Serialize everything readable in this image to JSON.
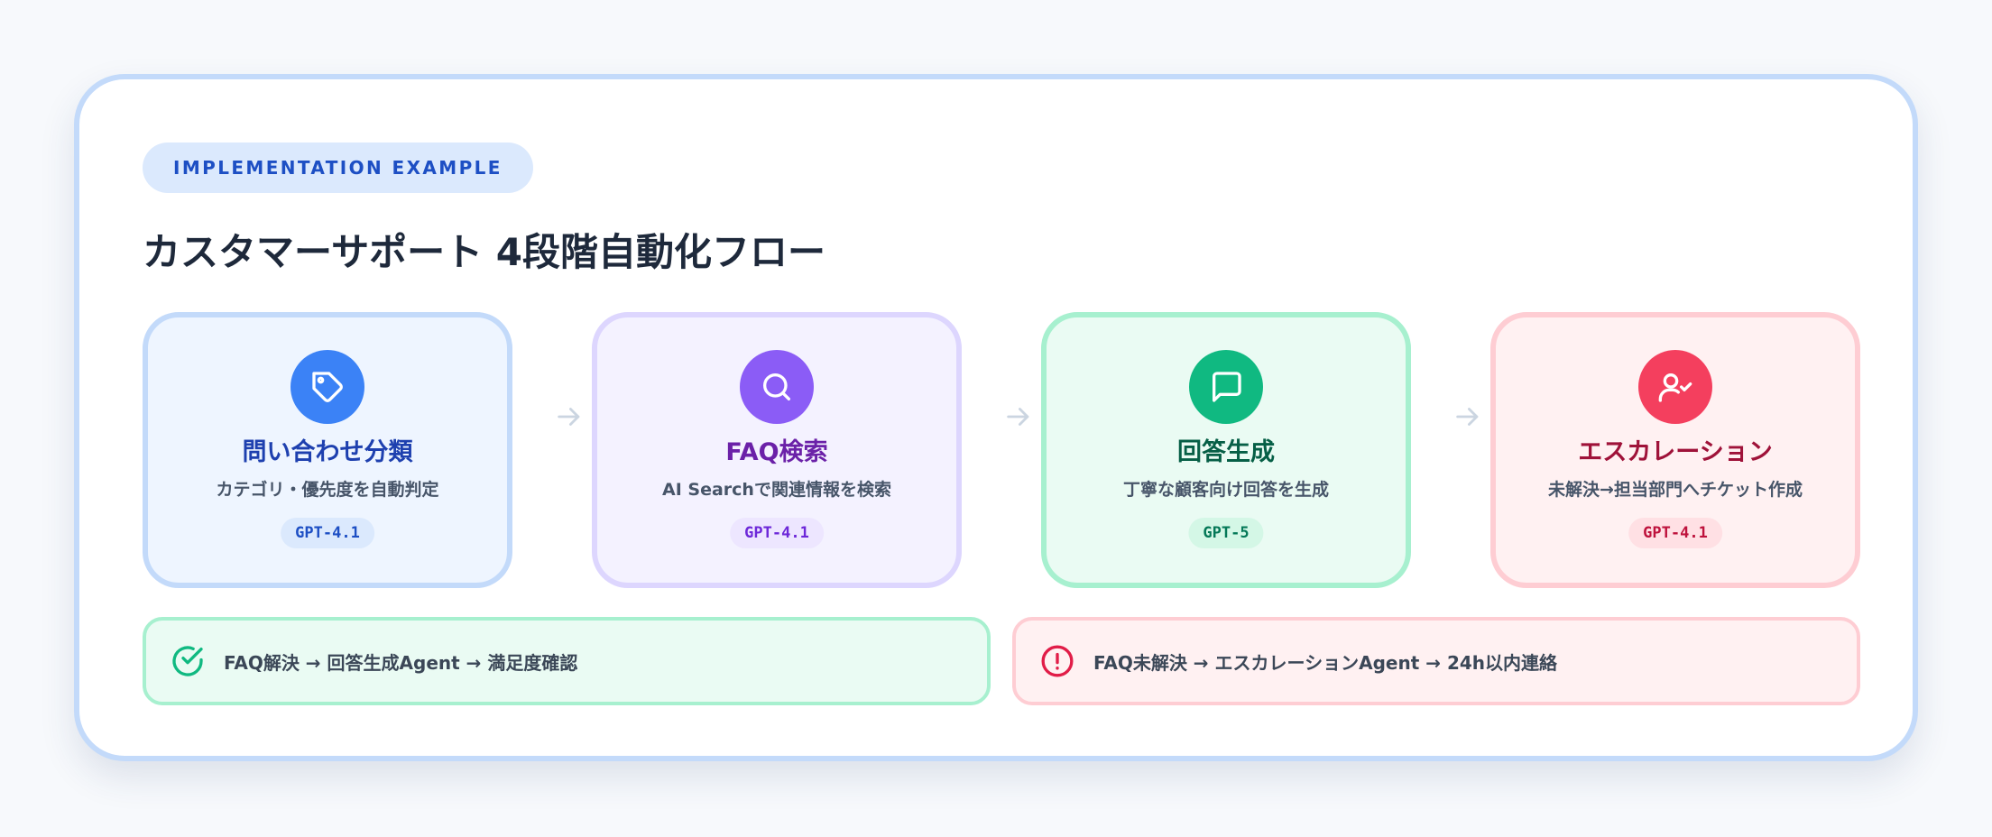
{
  "eyebrow": "IMPLEMENTATION EXAMPLE",
  "title": "カスタマーサポート 4段階自動化フロー",
  "steps": [
    {
      "title": "問い合わせ分類",
      "description": "カテゴリ・優先度を自動判定",
      "model": "GPT-4.1",
      "icon": "tag-icon",
      "accent": "#3b82f6",
      "title_color": "#1e40af",
      "bg": "#eef5ff",
      "border": "#c3dafa",
      "badge_bg": "#dbe9fd",
      "badge_color": "#1d4fc4"
    },
    {
      "title": "FAQ検索",
      "description": "AI Searchで関連情報を検索",
      "model": "GPT-4.1",
      "icon": "search-icon",
      "accent": "#8b5cf6",
      "title_color": "#6b21a8",
      "bg": "#f4f2ff",
      "border": "#ddd6fe",
      "badge_bg": "#ede6ff",
      "badge_color": "#6d28d9"
    },
    {
      "title": "回答生成",
      "description": "丁寧な顧客向け回答を生成",
      "model": "GPT-5",
      "icon": "chat-icon",
      "accent": "#10b981",
      "title_color": "#065f46",
      "bg": "#eafbf3",
      "border": "#a7f0cf",
      "badge_bg": "#d4f7e6",
      "badge_color": "#047857"
    },
    {
      "title": "エスカレーション",
      "description": "未解決→担当部門へチケット作成",
      "model": "GPT-4.1",
      "icon": "user-check-icon",
      "accent": "#f43f5e",
      "title_color": "#9f1239",
      "bg": "#fff1f2",
      "border": "#fecdd3",
      "badge_bg": "#ffe0e4",
      "badge_color": "#be123c"
    }
  ],
  "outcomes": [
    {
      "text": "FAQ解決 → 回答生成Agent → 満足度確認",
      "icon": "check-circle-icon",
      "accent": "#10b981",
      "bg": "#eafbf3",
      "border": "#a7f0cf"
    },
    {
      "text": "FAQ未解決 → エスカレーションAgent → 24h以内連絡",
      "icon": "alert-circle-icon",
      "accent": "#e11d48",
      "bg": "#fff1f2",
      "border": "#fecdd3"
    }
  ]
}
